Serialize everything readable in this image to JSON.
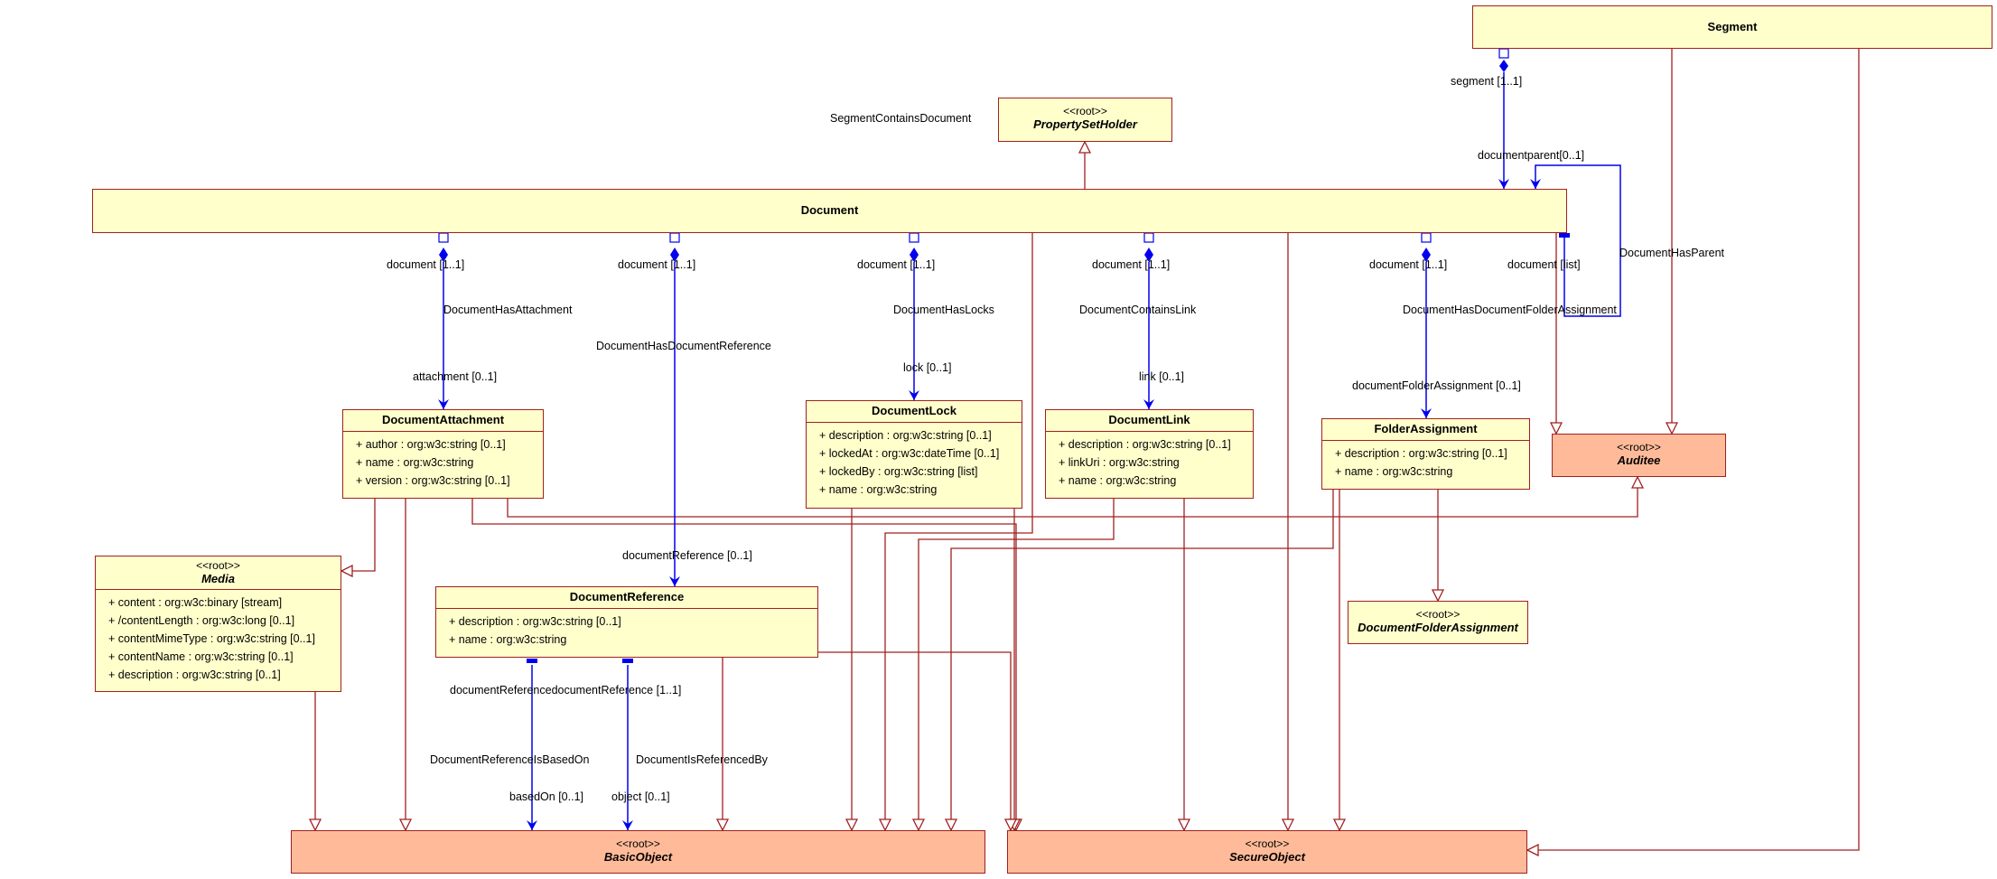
{
  "classes": {
    "segment": {
      "name": "Segment"
    },
    "property_set_holder": {
      "stereotype": "<<root>>",
      "name": "PropertySetHolder"
    },
    "document": {
      "name": "Document"
    },
    "document_attachment": {
      "name": "DocumentAttachment",
      "attributes": [
        "+ author : org:w3c:string [0..1]",
        "+ name : org:w3c:string",
        "+ version : org:w3c:string [0..1]"
      ]
    },
    "document_lock": {
      "name": "DocumentLock",
      "attributes": [
        "+ description : org:w3c:string [0..1]",
        "+ lockedAt : org:w3c:dateTime [0..1]",
        "+ lockedBy : org:w3c:string [list]",
        "+ name : org:w3c:string"
      ]
    },
    "document_link": {
      "name": "DocumentLink",
      "attributes": [
        "+ description : org:w3c:string [0..1]",
        "+ linkUri : org:w3c:string",
        "+ name : org:w3c:string"
      ]
    },
    "folder_assignment": {
      "name": "FolderAssignment",
      "attributes": [
        "+ description : org:w3c:string [0..1]",
        "+ name : org:w3c:string"
      ]
    },
    "auditee": {
      "stereotype": "<<root>>",
      "name": "Auditee"
    },
    "media": {
      "stereotype": "<<root>>",
      "name": "Media",
      "attributes": [
        "+ content : org:w3c:binary [stream]",
        "+ /contentLength : org:w3c:long [0..1]",
        "+ contentMimeType : org:w3c:string [0..1]",
        "+ contentName : org:w3c:string [0..1]",
        "+ description : org:w3c:string [0..1]"
      ]
    },
    "document_reference": {
      "name": "DocumentReference",
      "attributes": [
        "+ description : org:w3c:string [0..1]",
        "+ name : org:w3c:string"
      ]
    },
    "document_folder_assignment": {
      "stereotype": "<<root>>",
      "name": "DocumentFolderAssignment"
    },
    "basic_object": {
      "stereotype": "<<root>>",
      "name": "BasicObject"
    },
    "secure_object": {
      "stereotype": "<<root>>",
      "name": "SecureObject"
    }
  },
  "labels": {
    "segment_contains_document": "SegmentContainsDocument",
    "segment_role": "segment [1..1]",
    "document_role_overlap": "documentparent[0..1]",
    "document_has_parent": "DocumentHasParent",
    "document_list": "document [list]",
    "document_role_1": "document [1..1]",
    "document_role_2": "document [1..1]",
    "document_role_3": "document [1..1]",
    "document_role_4": "document [1..1]",
    "document_role_5": "document [1..1]",
    "document_has_attachment": "DocumentHasAttachment",
    "document_has_document_reference": "DocumentHasDocumentReference",
    "document_has_locks": "DocumentHasLocks",
    "document_contains_link": "DocumentContainsLink",
    "document_has_document_folder_assignment": "DocumentHasDocumentFolderAssignment",
    "attachment_role": "attachment [0..1]",
    "lock_role": "lock [0..1]",
    "link_role": "link [0..1]",
    "document_folder_assignment_role": "documentFolderAssignment [0..1]",
    "document_reference_role": "documentReference [0..1]",
    "document_reference_overlap": "documentReferencedocumentReference [1..1]",
    "document_reference_is_based_on": "DocumentReferenceIsBasedOn",
    "document_is_referenced_by": "DocumentIsReferencedBy",
    "based_on_role": "basedOn [0..1]",
    "object_role": "object [0..1]"
  }
}
